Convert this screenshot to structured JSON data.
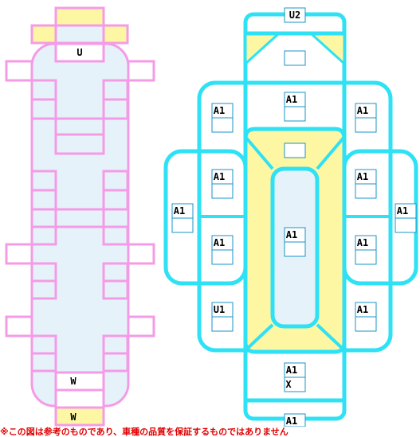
{
  "colors": {
    "pink": "#f49be6",
    "pink_fill": "#e6f2fa",
    "cyan": "#2ee1f4",
    "yellow": "#fdf7a3",
    "label_box_stroke": "#1993c8",
    "notice": "#e00000"
  },
  "left_part": {
    "top_label": "U",
    "bottom_label_1": "W",
    "bottom_label_2": "W"
  },
  "right_part": {
    "top_label": "U2",
    "top_center_label": "A1",
    "left_upper_label": "A1",
    "right_upper_label": "A1",
    "left_mid_upper_label": "A1",
    "right_mid_upper_label": "A1",
    "far_left_label": "A1",
    "far_right_label": "A1",
    "center_label": "A1",
    "left_mid_lower_label": "A1",
    "right_mid_lower_label": "A1",
    "left_lower_label": "U1",
    "right_lower_label": "A1",
    "bottom_label_1": "A1",
    "bottom_label_2": "X",
    "bottom_label_3": "A1"
  },
  "notice": "※この図は参考のものであり、車種の品質を保証するものではありません"
}
